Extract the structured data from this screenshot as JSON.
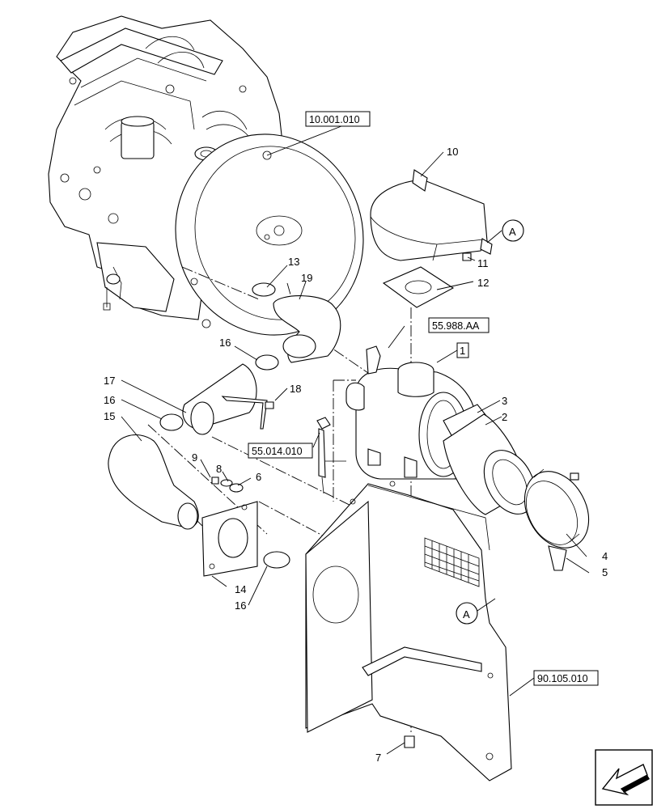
{
  "callouts": [
    {
      "id": "c1",
      "text": "1"
    },
    {
      "id": "c2",
      "text": "2"
    },
    {
      "id": "c3",
      "text": "3"
    },
    {
      "id": "c4",
      "text": "4"
    },
    {
      "id": "c5",
      "text": "5"
    },
    {
      "id": "c6",
      "text": "6"
    },
    {
      "id": "c7",
      "text": "7"
    },
    {
      "id": "c8",
      "text": "8"
    },
    {
      "id": "c9",
      "text": "9"
    },
    {
      "id": "c10",
      "text": "10"
    },
    {
      "id": "c11",
      "text": "11"
    },
    {
      "id": "c12",
      "text": "12"
    },
    {
      "id": "c13",
      "text": "13"
    },
    {
      "id": "c14",
      "text": "14"
    },
    {
      "id": "c15",
      "text": "15"
    },
    {
      "id": "c16a",
      "text": "16"
    },
    {
      "id": "c16b",
      "text": "16"
    },
    {
      "id": "c16c",
      "text": "16"
    },
    {
      "id": "c17",
      "text": "17"
    },
    {
      "id": "c18",
      "text": "18"
    },
    {
      "id": "c19",
      "text": "19"
    }
  ],
  "references": {
    "engine": "10.001.010",
    "sensor": "55.988.AA",
    "indicator": "55.014.010",
    "frame": "90.105.010"
  },
  "detail_markers": {
    "top": "A",
    "bottom": "A"
  },
  "colors": {
    "line": "#000000",
    "background": "#ffffff"
  },
  "icons": {
    "corner": "arrow-icon"
  }
}
